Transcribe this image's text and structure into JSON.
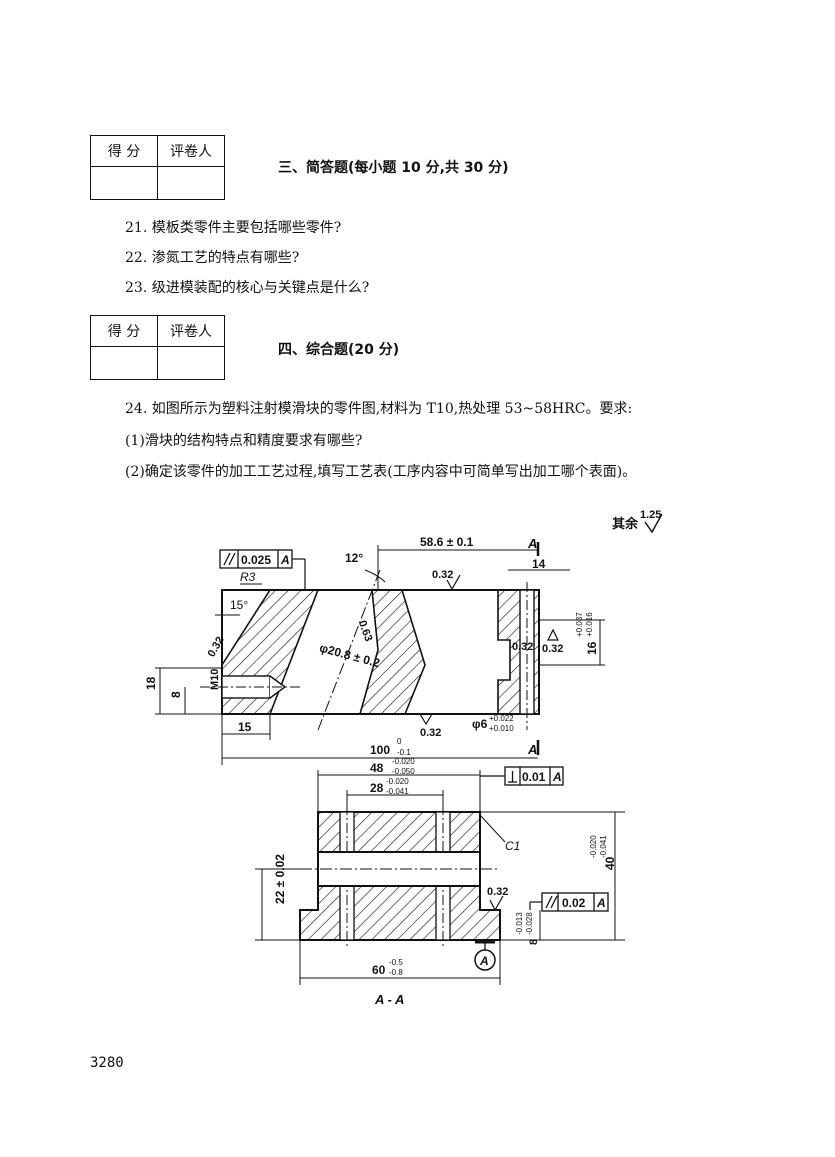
{
  "score_box": {
    "score_label": "得 分",
    "grader_label": "评卷人"
  },
  "section3": {
    "title": "三、简答题(每小题 10 分,共 30 分)",
    "questions": [
      "21. 模板类零件主要包括哪些零件?",
      "22. 渗氮工艺的特点有哪些?",
      "23. 级进模装配的核心与关键点是什么?"
    ]
  },
  "section4": {
    "title": "四、综合题(20 分)",
    "question": "24. 如图所示为塑料注射模滑块的零件图,材料为 T10,热处理 53~58HRC。要求:",
    "sub1": "(1)滑块的结构特点和精度要求有哪些?",
    "sub2": "(2)确定该零件的加工工艺过程,填写工艺表(工序内容中可简单写出加工哪个表面)。"
  },
  "drawing": {
    "rest_label": "其余",
    "rest_roughness": "1.25",
    "parallel_tol": "0.025",
    "datum_a": "A",
    "r3": "R3",
    "angle12": "12°",
    "angle15": "15°",
    "dim_58": "58.6 ± 0.1",
    "section_mark": "A",
    "rough032": "0.32",
    "rough063": "0.63",
    "dim_14": "14",
    "dim_16": "16",
    "dim_16_tol_up": "+0.037",
    "dim_16_tol_dn": "+0.016",
    "dia_208": "φ20.8 ± 0.2",
    "dim_18": "18",
    "dim_8": "8",
    "m10": "M10",
    "dim_15": "15",
    "dia_6": "φ6",
    "dia6_tol_up": "+0.022",
    "dia6_tol_dn": "+0.010",
    "dim_100": "100",
    "dim_100_tol_up": "0",
    "dim_100_tol_dn": "-0.1",
    "dim_48": "48",
    "dim_48_tol_up": "-0.020",
    "dim_48_tol_dn": "-0.050",
    "perp_tol": "0.01",
    "dim_28": "28",
    "dim_28_tol_up": "-0.020",
    "dim_28_tol_dn": "-0.041",
    "c1": "C1",
    "dim_40": "40",
    "dim_40_tol_up": "-0.020",
    "dim_40_tol_dn": "-0.041",
    "dim_22": "22 ± 0.02",
    "parallel_tol2": "0.02",
    "dim_8b": "8",
    "dim_8b_tol_up": "-0.013",
    "dim_8b_tol_dn": "-0.028",
    "dim_60": "60",
    "dim_60_tol_up": "-0.5",
    "dim_60_tol_dn": "-0.8",
    "section_label": "A - A"
  },
  "page_number": "3280"
}
